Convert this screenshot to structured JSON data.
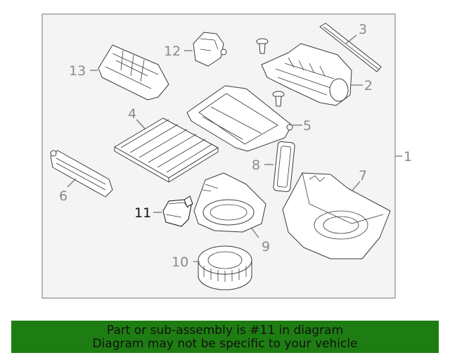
{
  "diagram": {
    "callouts": {
      "c1": "1",
      "c2": "2",
      "c3": "3",
      "c4": "4",
      "c5": "5",
      "c6": "6",
      "c7": "7",
      "c8": "8",
      "c9": "9",
      "c10": "10",
      "c11": "11",
      "c12": "12",
      "c13": "13"
    },
    "highlight_part": "11",
    "highlight_color": "#3c9a28",
    "frame_color": "#f4f4f4"
  },
  "banner": {
    "line1": "Part or sub-assembly is #11 in diagram",
    "line2": "Diagram may not be specific to your vehicle",
    "background": "#1e7d12"
  }
}
